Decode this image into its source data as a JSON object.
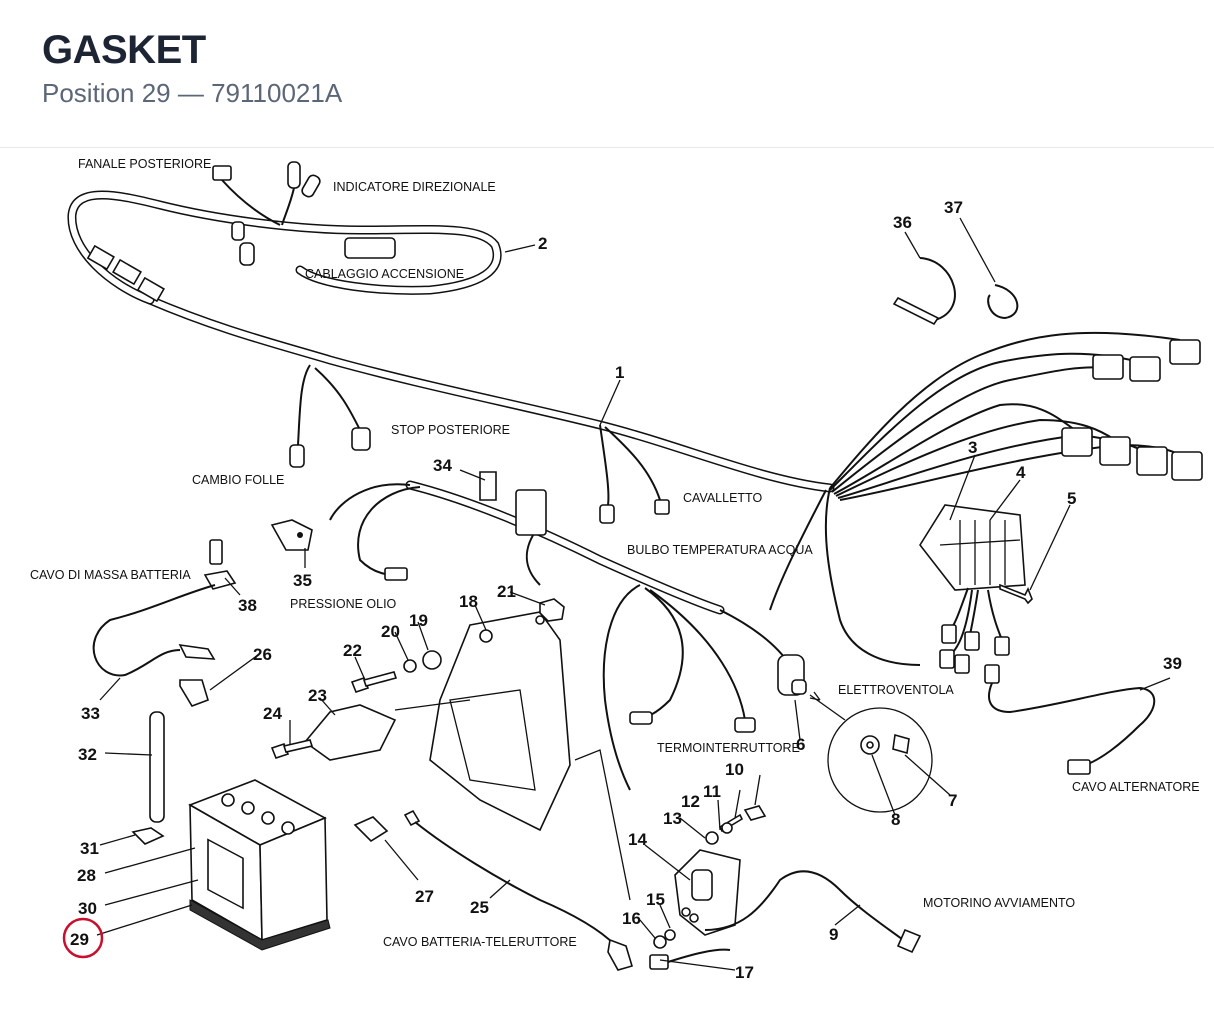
{
  "header": {
    "title": "GASKET",
    "subtitle": "Position 29 — 79110021A"
  },
  "diagram": {
    "highlight_color": "#c8102e",
    "highlighted_position": "29",
    "labels": {
      "fanale_posteriore": "FANALE POSTERIORE",
      "indicatore_direzionale": "INDICATORE DIREZIONALE",
      "cablaggio_accensione": "CABLAGGIO ACCENSIONE",
      "stop_posteriore": "STOP POSTERIORE",
      "cambio_folle": "CAMBIO FOLLE",
      "cavalletto": "CAVALLETTO",
      "bulbo_temperatura_acqua": "BULBO TEMPERATURA ACQUA",
      "cavo_di_massa_batteria": "CAVO DI MASSA BATTERIA",
      "pressione_olio": "PRESSIONE OLIO",
      "elettroventola": "ELETTROVENTOLA",
      "termointerruttore": "TERMOINTERRUTTORE",
      "cavo_alternatore": "CAVO ALTERNATORE",
      "motorino_avviamento": "MOTORINO AVVIAMENTO",
      "cavo_batteria_teleruttore": "CAVO BATTERIA-TELERUTTORE"
    },
    "positions": {
      "p1": "1",
      "p2": "2",
      "p3": "3",
      "p4": "4",
      "p5": "5",
      "p6": "6",
      "p7": "7",
      "p8": "8",
      "p9": "9",
      "p10": "10",
      "p11": "11",
      "p12": "12",
      "p13": "13",
      "p14": "14",
      "p15": "15",
      "p16": "16",
      "p17": "17",
      "p18": "18",
      "p19": "19",
      "p20": "20",
      "p21": "21",
      "p22": "22",
      "p23": "23",
      "p24": "24",
      "p25": "25",
      "p26": "26",
      "p27": "27",
      "p28": "28",
      "p29": "29",
      "p30": "30",
      "p31": "31",
      "p32": "32",
      "p33": "33",
      "p34": "34",
      "p35": "35",
      "p36": "36",
      "p37": "37",
      "p38": "38",
      "p39": "39"
    }
  }
}
